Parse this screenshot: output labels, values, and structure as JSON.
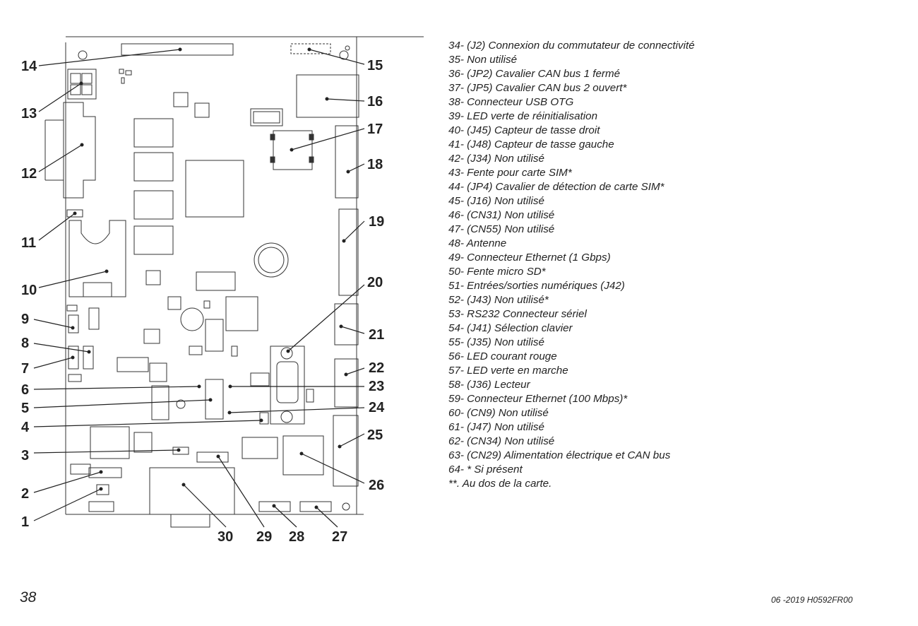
{
  "diagram": {
    "callouts": [
      "1",
      "2",
      "3",
      "4",
      "5",
      "6",
      "7",
      "8",
      "9",
      "10",
      "11",
      "12",
      "13",
      "14",
      "15",
      "16",
      "17",
      "18",
      "19",
      "20",
      "21",
      "22",
      "23",
      "24",
      "25",
      "26",
      "27",
      "28",
      "29",
      "30"
    ]
  },
  "legend": [
    {
      "text": "34- (J2) Connexion du commutateur de connectivité"
    },
    {
      "text": "35- Non utilisé"
    },
    {
      "text": "36- (JP2) Cavalier CAN bus 1 fermé"
    },
    {
      "text": "37- (JP5) Cavalier CAN bus 2 ouvert*"
    },
    {
      "text": "38- Connecteur USB OTG"
    },
    {
      "text": "39- LED verte de réinitialisation"
    },
    {
      "text": "40- (J45) Capteur de tasse droit"
    },
    {
      "text": "41- (J48) Capteur de tasse gauche"
    },
    {
      "text": "42- (J34) Non utilisé"
    },
    {
      "text": "43- Fente pour carte SIM*"
    },
    {
      "text": "44- (JP4) Cavalier de détection de carte SIM*"
    },
    {
      "text": "45- (J16) Non utilisé"
    },
    {
      "text": "46- (CN31) Non utilisé"
    },
    {
      "text": "47- (CN55) Non utilisé"
    },
    {
      "text": "48- Antenne"
    },
    {
      "text": "49- Connecteur Ethernet (1 Gbps)"
    },
    {
      "text": "50- Fente micro SD*"
    },
    {
      "text": "51- Entrées/sorties numériques (J42)"
    },
    {
      "text": "52- (J43) Non utilisé*"
    },
    {
      "text": "53- RS232 Connecteur sériel"
    },
    {
      "text": "54- (J41) Sélection clavier"
    },
    {
      "text": "55- (J35) Non utilisé"
    },
    {
      "text": "56- LED courant rouge"
    },
    {
      "text": "57- LED verte en marche"
    },
    {
      "text": "58- (J36) Lecteur"
    },
    {
      "text": "59- Connecteur Ethernet (100 Mbps)*"
    },
    {
      "text": "60- (CN9) Non utilisé"
    },
    {
      "text": "61- (J47) Non utilisé"
    },
    {
      "text": "62- (CN34) Non utilisé"
    },
    {
      "text": "63- (CN29) Alimentation électrique et CAN bus"
    },
    {
      "text": "64- * Si présent"
    },
    {
      "text": "**.   Au dos de la carte."
    }
  ],
  "footer": {
    "page_number": "38",
    "doc_ref": "06 -2019 H0592FR00"
  }
}
